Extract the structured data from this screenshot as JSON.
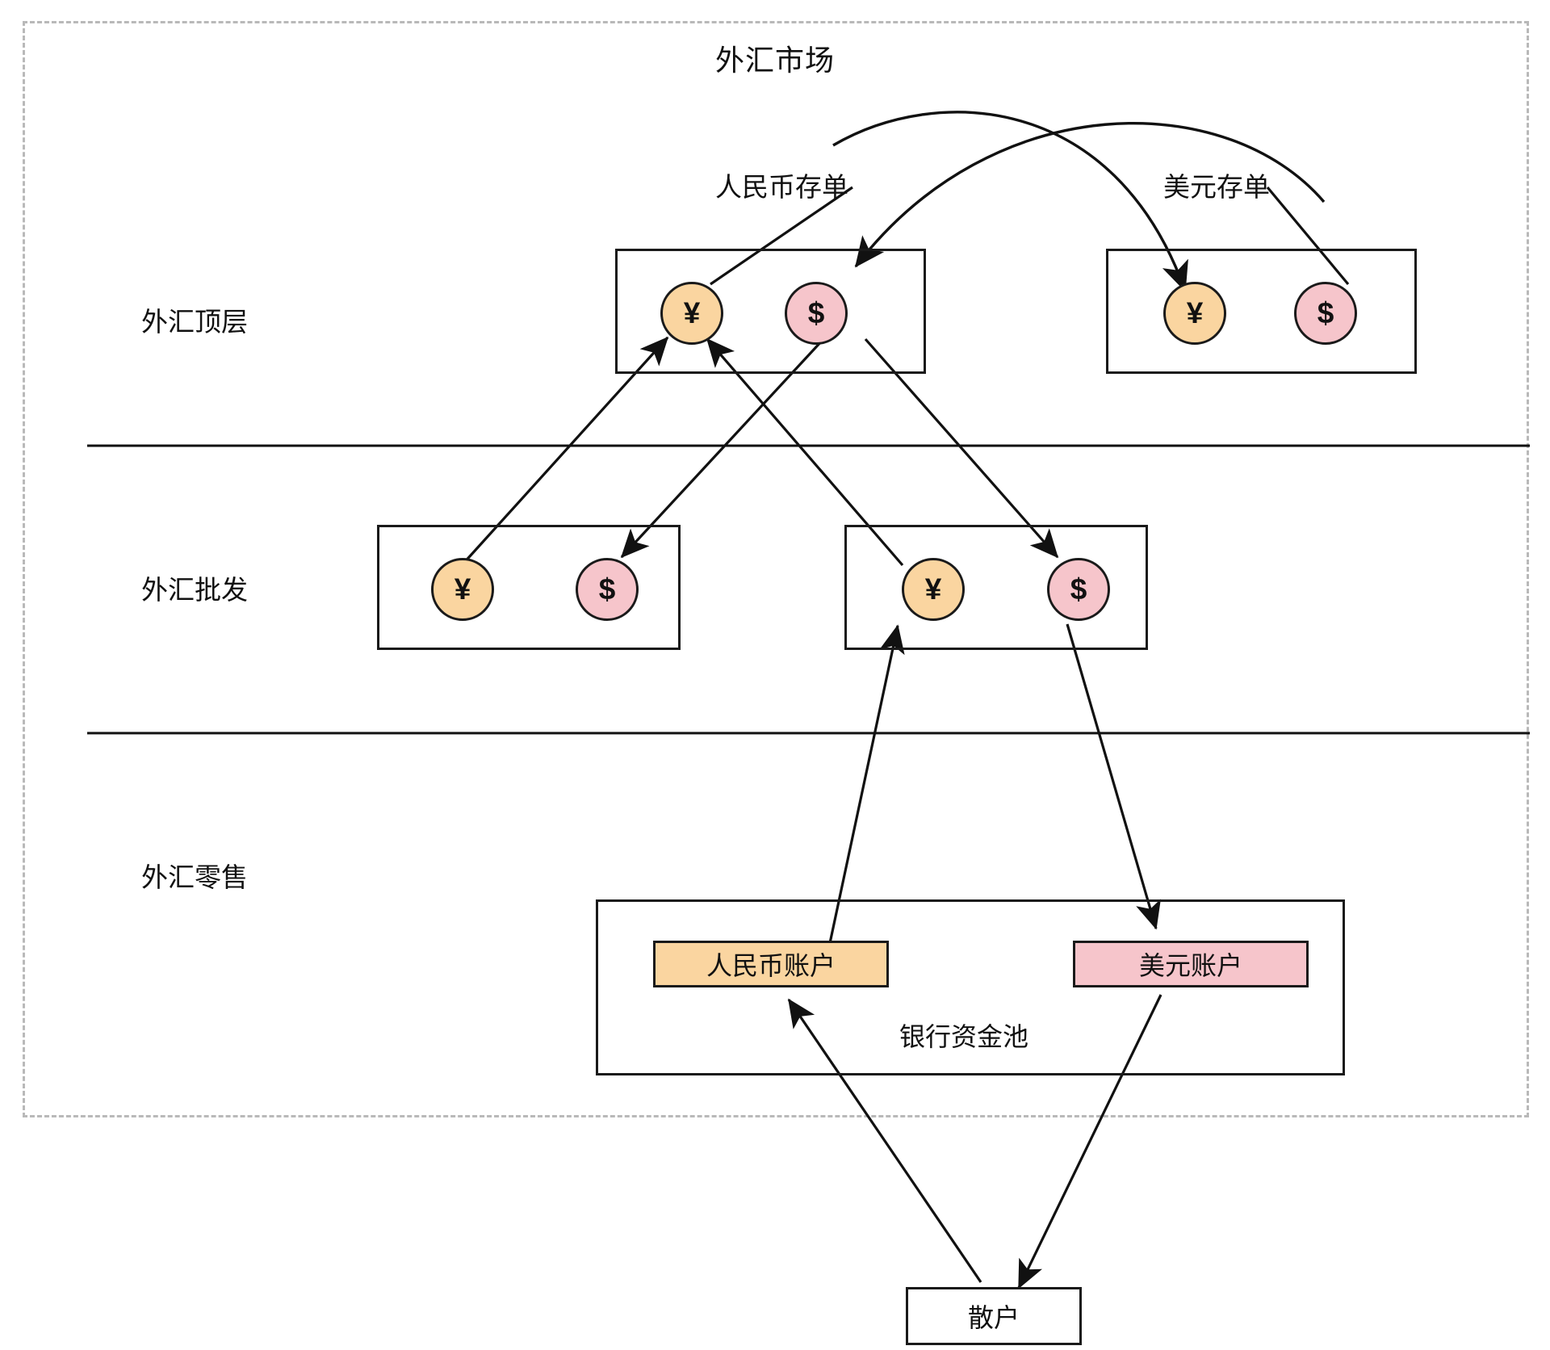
{
  "diagram": {
    "title": "外汇市场",
    "outer_border_style": "dashed",
    "colors": {
      "cny_fill": "#FAD5A0",
      "usd_fill": "#F6C5CB",
      "stroke": "#1a1a1a",
      "dashed_border": "#b9b9b9",
      "background": "#ffffff"
    }
  },
  "tiers": [
    {
      "id": "top",
      "label": "外汇顶层"
    },
    {
      "id": "wholesale",
      "label": "外汇批发"
    },
    {
      "id": "retail",
      "label": "外汇零售"
    }
  ],
  "callouts": [
    {
      "id": "cny-cd",
      "label": "人民币存单",
      "points_to": "top-left-cny-coin"
    },
    {
      "id": "usd-cd",
      "label": "美元存单",
      "points_to": "top-right-usd-coin"
    }
  ],
  "groups": [
    {
      "id": "top-left-bank",
      "tier": "top",
      "coins": [
        {
          "id": "top-left-cny-coin",
          "symbol": "¥",
          "currency": "cny"
        },
        {
          "id": "top-left-usd-coin",
          "symbol": "$",
          "currency": "usd"
        }
      ]
    },
    {
      "id": "top-right-bank",
      "tier": "top",
      "coins": [
        {
          "id": "top-right-cny-coin",
          "symbol": "¥",
          "currency": "cny"
        },
        {
          "id": "top-right-usd-coin",
          "symbol": "$",
          "currency": "usd"
        }
      ]
    },
    {
      "id": "wholesale-left-bank",
      "tier": "wholesale",
      "coins": [
        {
          "id": "wl-cny-coin",
          "symbol": "¥",
          "currency": "cny"
        },
        {
          "id": "wl-usd-coin",
          "symbol": "$",
          "currency": "usd"
        }
      ]
    },
    {
      "id": "wholesale-right-bank",
      "tier": "wholesale",
      "coins": [
        {
          "id": "wr-cny-coin",
          "symbol": "¥",
          "currency": "cny"
        },
        {
          "id": "wr-usd-coin",
          "symbol": "$",
          "currency": "usd"
        }
      ]
    }
  ],
  "retail": {
    "pool_label": "银行资金池",
    "accounts": [
      {
        "id": "retail-cny-account",
        "label": "人民币账户",
        "currency": "cny"
      },
      {
        "id": "retail-usd-account",
        "label": "美元账户",
        "currency": "usd"
      }
    ]
  },
  "investor": {
    "id": "retail-investor",
    "label": "散户"
  },
  "chart_data": {
    "type": "diagram",
    "title": "外汇市场",
    "nodes": [
      "外汇顶层",
      "外汇批发",
      "外汇零售",
      "人民币存单",
      "美元存单",
      "人民币账户",
      "美元账户",
      "银行资金池",
      "散户"
    ],
    "edges": [
      {
        "from": "top-left-usd-coin",
        "to": "top-right-cny-coin",
        "style": "curved"
      },
      {
        "from": "top-right-usd-coin",
        "to": "top-left-usd-coin",
        "style": "curved"
      },
      {
        "from": "wl-cny-coin",
        "to": "top-left-cny-coin",
        "style": "straight"
      },
      {
        "from": "wr-cny-coin",
        "to": "top-left-cny-coin",
        "style": "straight"
      },
      {
        "from": "top-left-usd-coin",
        "to": "wl-usd-coin",
        "style": "straight"
      },
      {
        "from": "top-left-usd-coin",
        "to": "wr-usd-coin",
        "style": "straight"
      },
      {
        "from": "retail-cny-account",
        "to": "wr-cny-coin",
        "style": "straight"
      },
      {
        "from": "wr-usd-coin",
        "to": "retail-usd-account",
        "style": "straight"
      },
      {
        "from": "retail-investor",
        "to": "retail-cny-account",
        "style": "straight"
      },
      {
        "from": "retail-usd-account",
        "to": "retail-investor",
        "style": "straight"
      }
    ]
  }
}
